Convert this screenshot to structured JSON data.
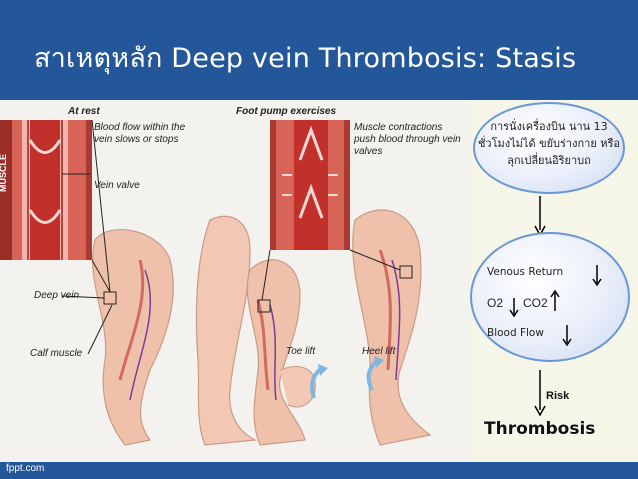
{
  "slide": {
    "title": "สาเหตุหลัก Deep vein Thrombosis: Stasis",
    "brand": "fppt.com"
  },
  "illustration": {
    "panel_rest_title": "At rest",
    "panel_pump_title": "Foot pump exercises",
    "muscle_label": "MUSCLE",
    "rest_flow_text": "Blood flow within the vein slows or stops",
    "vein_valve": "Vein valve",
    "pump_text": "Muscle contractions push blood through vein valves",
    "deep_vein": "Deep vein",
    "calf_muscle": "Calf muscle",
    "toe_lift": "Toe lift",
    "heel_lift": "Heel lift"
  },
  "flow": {
    "cause_text": "การนั่งเครื่องบิน นาน 13 ชั่วโมงไม่ได้ ขยับร่างกาย หรือ ลุกเปลี่ยนอิริยาบถ",
    "venous_return": "Venous Return",
    "o2": "O2",
    "co2": "CO2",
    "blood_flow": "Blood Flow",
    "risk": "Risk",
    "outcome": "Thrombosis",
    "arrows": {
      "venous_return": "down",
      "o2": "down",
      "co2": "up",
      "blood_flow": "down"
    }
  },
  "colors": {
    "header": "#24579a",
    "bubble_border": "#6b96d6",
    "muscle": "#c8504a",
    "vein": "#7a3a9a",
    "skin": "#f2c6b0",
    "motion_arrow": "#7fb6e0"
  }
}
